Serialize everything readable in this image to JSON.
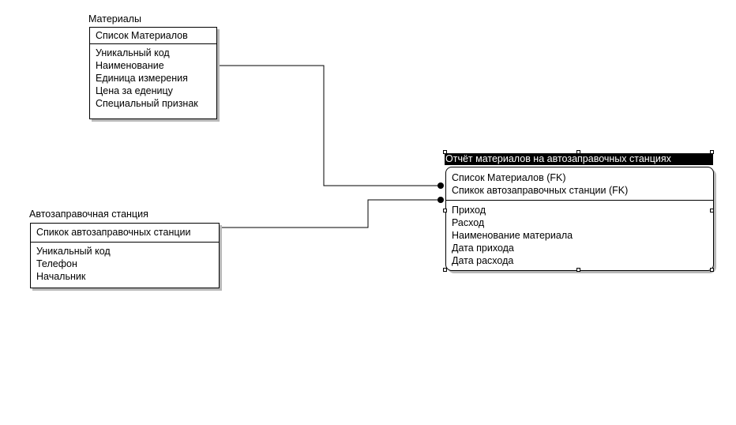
{
  "entities": {
    "materials": {
      "title": "Материалы",
      "primary_key": "Список Материалов",
      "attributes": [
        "Уникальный код",
        "Наименование",
        "Единица измерения",
        "Цена за еденицу",
        "Специальный признак"
      ]
    },
    "station": {
      "title": "Автозаправочная станция",
      "primary_key": "Спикок автозаправочных станции",
      "attributes": [
        "Уникальный код",
        "Телефон",
        "Начальник"
      ]
    },
    "report": {
      "title": "Отчёт материалов на автозаправочных станциях",
      "foreign_keys": [
        "Список Материалов (FK)",
        "Спикок автозаправочных станции (FK)"
      ],
      "attributes": [
        "Приход",
        "Расход",
        "Наименование материала",
        "Дата прихода",
        "Дата расхода"
      ]
    }
  },
  "colors": {
    "line": "#000000",
    "shadow": "#b8b8b8",
    "selected_title_bg": "#000000",
    "selected_title_fg": "#ffffff"
  }
}
